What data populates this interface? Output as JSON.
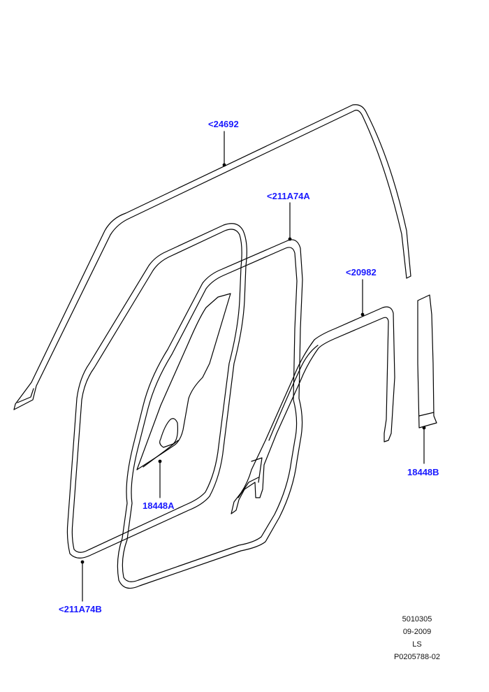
{
  "callouts": {
    "roof_moulding": "<24692",
    "front_door_seal": "<211A74A",
    "rear_door_seal": "<211A74B",
    "rear_window_seal": "<20982",
    "front_pillar_trim": "18448A",
    "rear_pillar_trim": "18448B"
  },
  "footer": {
    "code": "5010305",
    "date": "09-2009",
    "model": "LS",
    "illustration_id": "P0205788-02"
  },
  "colors": {
    "callout_text": "#1a1aff",
    "line": "#000000",
    "background": "#ffffff"
  }
}
